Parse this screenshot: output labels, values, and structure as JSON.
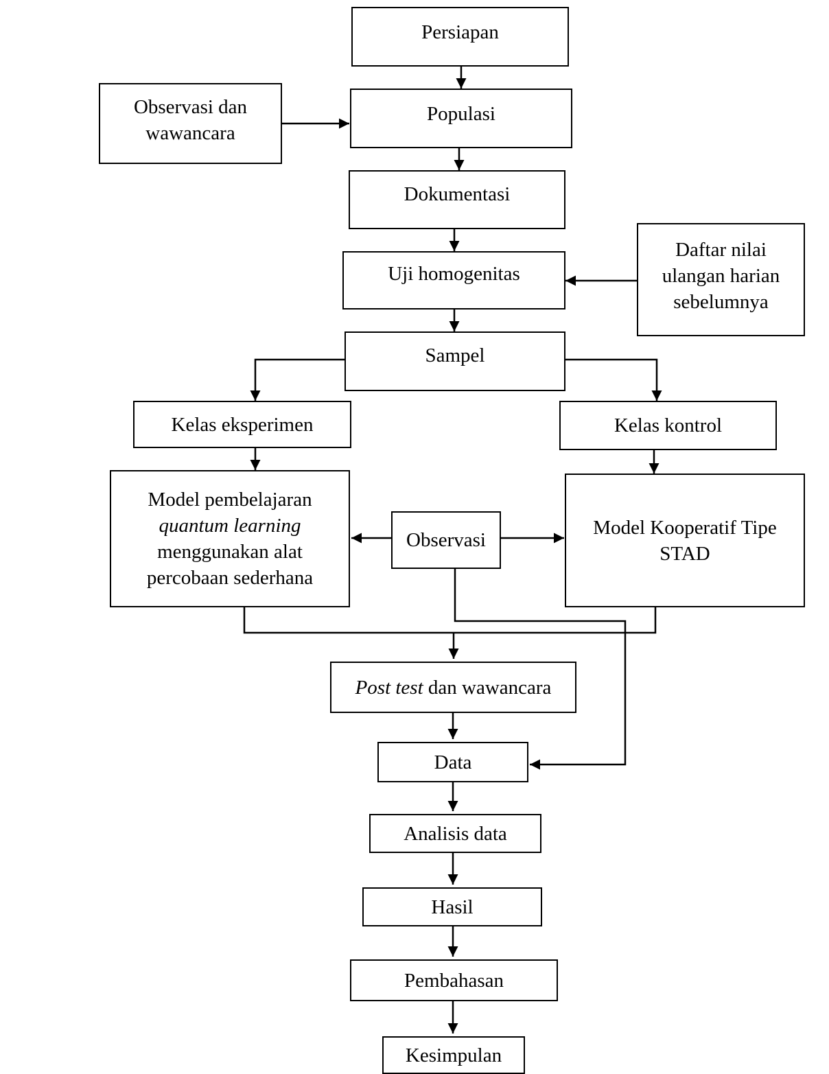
{
  "boxes": {
    "persiapan": "Persiapan",
    "observasi_wawancara": [
      "Observasi dan",
      "wawancara"
    ],
    "populasi": "Populasi",
    "dokumentasi": "Dokumentasi",
    "uji_homogenitas": "Uji homogenitas",
    "daftar_nilai": [
      "Daftar nilai",
      "ulangan harian",
      "sebelumnya"
    ],
    "sampel": "Sampel",
    "kelas_eksperimen": "Kelas eksperimen",
    "kelas_kontrol": "Kelas kontrol",
    "model_quantum": {
      "line1": "Model pembelajaran",
      "line2": "quantum learning",
      "line3": "menggunakan alat",
      "line4": "percobaan sederhana"
    },
    "observasi": "Observasi",
    "model_stad": [
      "Model Kooperatif Tipe",
      "STAD"
    ],
    "post_test": {
      "italic": "Post test",
      "rest": " dan wawancara"
    },
    "data": "Data",
    "analisis_data": "Analisis data",
    "hasil": "Hasil",
    "pembahasan": "Pembahasan",
    "kesimpulan": "Kesimpulan"
  }
}
